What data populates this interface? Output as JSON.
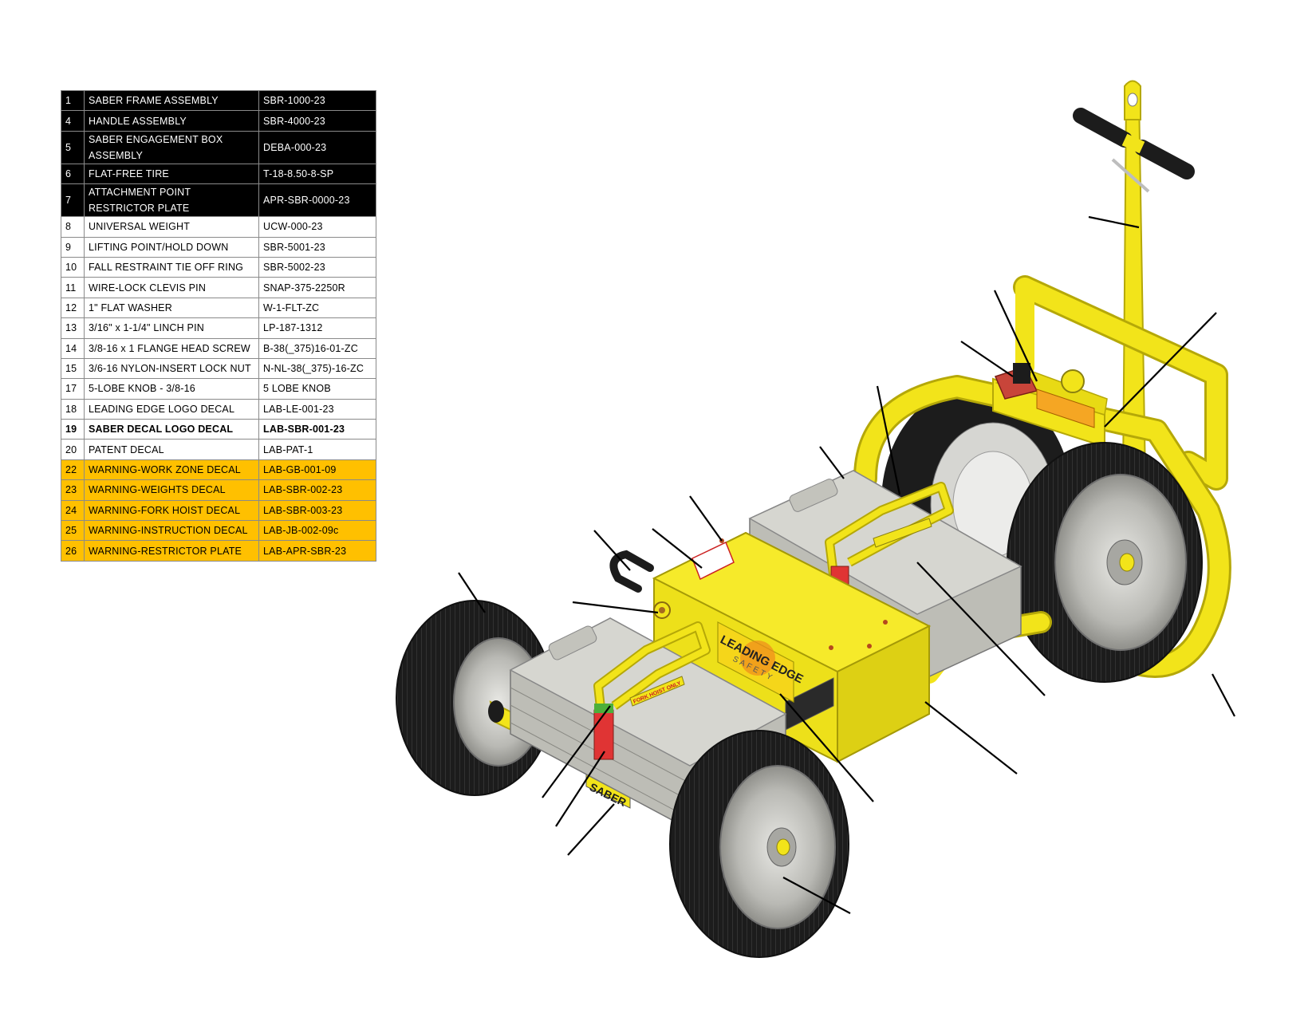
{
  "bom": {
    "rows": [
      {
        "num": "1",
        "desc": "SABER FRAME ASSEMBLY",
        "part": "SBR-1000-23",
        "style": "dark"
      },
      {
        "num": "4",
        "desc": "HANDLE ASSEMBLY",
        "part": "SBR-4000-23",
        "style": "dark"
      },
      {
        "num": "5",
        "desc": "SABER ENGAGEMENT BOX ASSEMBLY",
        "part": "DEBA-000-23",
        "style": "dark tall"
      },
      {
        "num": "6",
        "desc": "FLAT-FREE TIRE",
        "part": "T-18-8.50-8-SP",
        "style": "dark"
      },
      {
        "num": "7",
        "desc": "ATTACHMENT POINT RESTRICTOR PLATE",
        "part": "APR-SBR-0000-23",
        "style": "dark tall"
      },
      {
        "num": "8",
        "desc": "UNIVERSAL WEIGHT",
        "part": "UCW-000-23",
        "style": "light"
      },
      {
        "num": "9",
        "desc": "LIFTING POINT/HOLD DOWN",
        "part": "SBR-5001-23",
        "style": "light"
      },
      {
        "num": "10",
        "desc": "FALL RESTRAINT TIE OFF RING",
        "part": "SBR-5002-23",
        "style": "light"
      },
      {
        "num": "11",
        "desc": "WIRE-LOCK CLEVIS PIN",
        "part": "SNAP-375-2250R",
        "style": "light"
      },
      {
        "num": "12",
        "desc": "1\" FLAT WASHER",
        "part": "W-1-FLT-ZC",
        "style": "light"
      },
      {
        "num": "13",
        "desc": "3/16\" x 1-1/4\" LINCH PIN",
        "part": "LP-187-1312",
        "style": "light"
      },
      {
        "num": "14",
        "desc": "3/8-16 x 1 FLANGE HEAD SCREW",
        "part": "B-38(_375)16-01-ZC",
        "style": "light"
      },
      {
        "num": "15",
        "desc": "3/6-16 NYLON-INSERT LOCK NUT",
        "part": "N-NL-38(_375)-16-ZC",
        "style": "light"
      },
      {
        "num": "17",
        "desc": "5-LOBE KNOB - 3/8-16",
        "part": "5 LOBE KNOB",
        "style": "light"
      },
      {
        "num": "18",
        "desc": "LEADING EDGE LOGO DECAL",
        "part": "LAB-LE-001-23",
        "style": "light"
      },
      {
        "num": "19",
        "desc": "SABER DECAL LOGO DECAL",
        "part": "LAB-SBR-001-23",
        "style": "light bold"
      },
      {
        "num": "20",
        "desc": "PATENT DECAL",
        "part": "LAB-PAT-1",
        "style": "light"
      },
      {
        "num": "22",
        "desc": "WARNING-WORK ZONE DECAL",
        "part": "LAB-GB-001-09",
        "style": "warn"
      },
      {
        "num": "23",
        "desc": "WARNING-WEIGHTS DECAL",
        "part": "LAB-SBR-002-23",
        "style": "warn"
      },
      {
        "num": "24",
        "desc": "WARNING-FORK HOIST DECAL",
        "part": "LAB-SBR-003-23",
        "style": "warn"
      },
      {
        "num": "25",
        "desc": "WARNING-INSTRUCTION DECAL",
        "part": "LAB-JB-002-09c",
        "style": "warn"
      },
      {
        "num": "26",
        "desc": "WARNING-RESTRICTOR PLATE",
        "part": "LAB-APR-SBR-23",
        "style": "warn"
      }
    ]
  },
  "decals": {
    "logo_text": "LEADING EDGE",
    "logo_sub": "SAFETY",
    "saber_text": "SABER",
    "fork_hoist_text": "FORK HOIST ONLY"
  },
  "colors": {
    "frame_yellow": "#f2e41a",
    "frame_shadow": "#c9bb0a",
    "tire": "#1c1c1c",
    "weight_gray": "#cfcfc9",
    "warn_orange": "#ffc000",
    "leader": "#000000"
  }
}
